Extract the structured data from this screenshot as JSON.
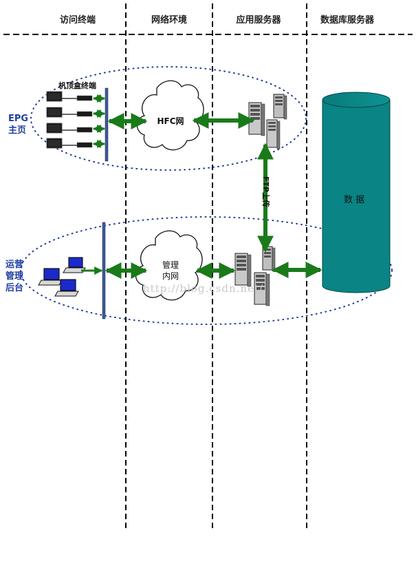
{
  "columns": [
    "访问终端",
    "网络环境",
    "应用服务器",
    "数据库服务器"
  ],
  "rows": {
    "epg_label": "EPG\n主页",
    "ops_label": "运营\n管理\n后台"
  },
  "terminals": {
    "set_top_box_label": "机顶盒终端"
  },
  "networks": {
    "hfc": "HFC网",
    "intranet": "管理\n内网"
  },
  "links": {
    "ftp": "FTP上传"
  },
  "database": {
    "label": "数 据"
  },
  "watermark": "http://blog.csdn.net/",
  "colors": {
    "arrow": "#1a7a1a",
    "db_fill": "#0a8484",
    "label_blue": "#1f3f9f",
    "bar_blue": "#3a5aa0"
  }
}
